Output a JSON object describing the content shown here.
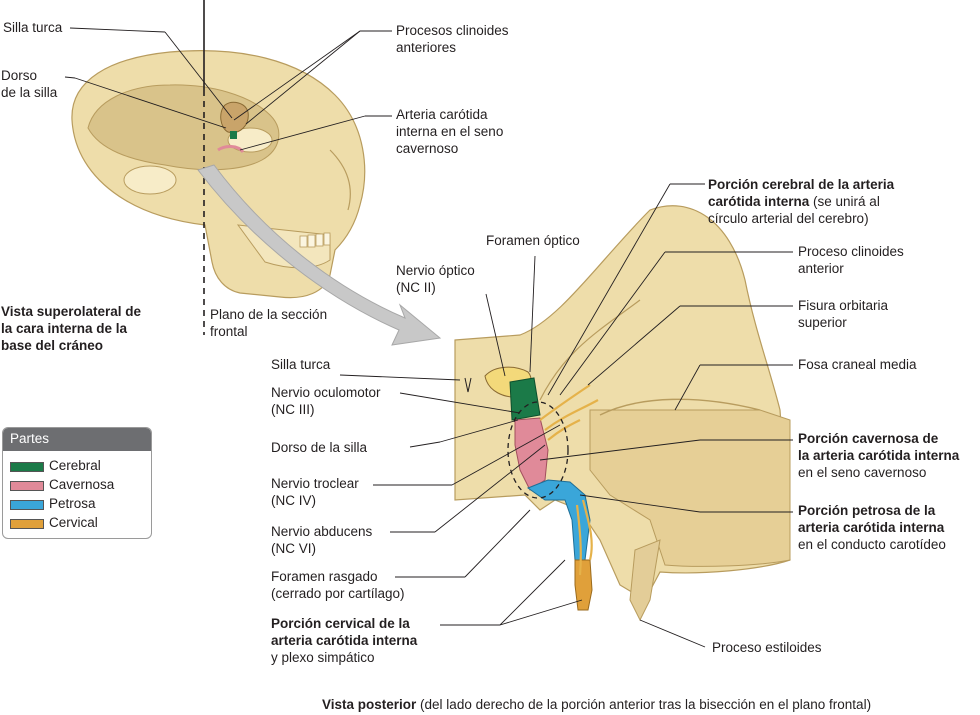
{
  "colors": {
    "bone": "#eeddaa",
    "bone_shade": "#d9c38a",
    "cerebral": "#1b7a48",
    "cavernosa": "#e08a99",
    "petrosa": "#3aa6d9",
    "cervical": "#e0a03a",
    "arrow": "#c8c8c8",
    "legend_header": "#6d6e71"
  },
  "labels": {
    "silla_turca_top": "Silla turca",
    "dorso_top": [
      "Dorso",
      "de la silla"
    ],
    "procesos_clinoides": [
      "Procesos clinoides",
      "anteriores"
    ],
    "arteria_seno": [
      "Arteria carótida",
      "interna en el seno",
      "cavernoso"
    ],
    "vista_superolateral": [
      "Vista superolateral de",
      "la cara interna de la",
      "base del cráneo"
    ],
    "plano_seccion": [
      "Plano de la sección",
      "frontal"
    ],
    "foramen_optico": "Foramen óptico",
    "nervio_optico": [
      "Nervio óptico",
      "(NC II)"
    ],
    "silla_turca": "Silla turca",
    "nervio_oculomotor": [
      "Nervio oculomotor",
      "(NC III)"
    ],
    "dorso_silla": "Dorso de la silla",
    "nervio_troclear": [
      "Nervio troclear",
      "(NC IV)"
    ],
    "nervio_abducens": [
      "Nervio abducens",
      "(NC VI)"
    ],
    "foramen_rasgado": [
      "Foramen rasgado",
      "(cerrado por cartílago)"
    ],
    "porcion_cervical_bold": [
      "Porción cervical de la",
      "arteria carótida interna"
    ],
    "porcion_cervical_rest": "y plexo simpático",
    "porcion_cerebral_bold1": "Porción cerebral de la arteria",
    "porcion_cerebral_bold2": "carótida interna",
    "porcion_cerebral_rest2": " (se unirá al",
    "porcion_cerebral_rest3": "círculo arterial del cerebro)",
    "proceso_clinoides": [
      "Proceso clinoides",
      "anterior"
    ],
    "fisura_orbitaria": [
      "Fisura orbitaria",
      "superior"
    ],
    "fosa_craneal": "Fosa craneal media",
    "porcion_cavernosa_bold": [
      "Porción cavernosa de",
      "la arteria carótida interna"
    ],
    "porcion_cavernosa_rest": "en el seno cavernoso",
    "porcion_petrosa_bold": [
      "Porción petrosa de la",
      "arteria carótida interna"
    ],
    "porcion_petrosa_rest": "en el conducto carotídeo",
    "proceso_estiloides": "Proceso estiloides",
    "vista_posterior_bold": "Vista posterior",
    "vista_posterior_rest": " (del lado derecho de la porción anterior tras la bisección en el plano frontal)"
  },
  "legend": {
    "title": "Partes",
    "items": [
      {
        "label": "Cerebral",
        "color": "#1b7a48"
      },
      {
        "label": "Cavernosa",
        "color": "#e08a99"
      },
      {
        "label": "Petrosa",
        "color": "#3aa6d9"
      },
      {
        "label": "Cervical",
        "color": "#e0a03a"
      }
    ]
  }
}
